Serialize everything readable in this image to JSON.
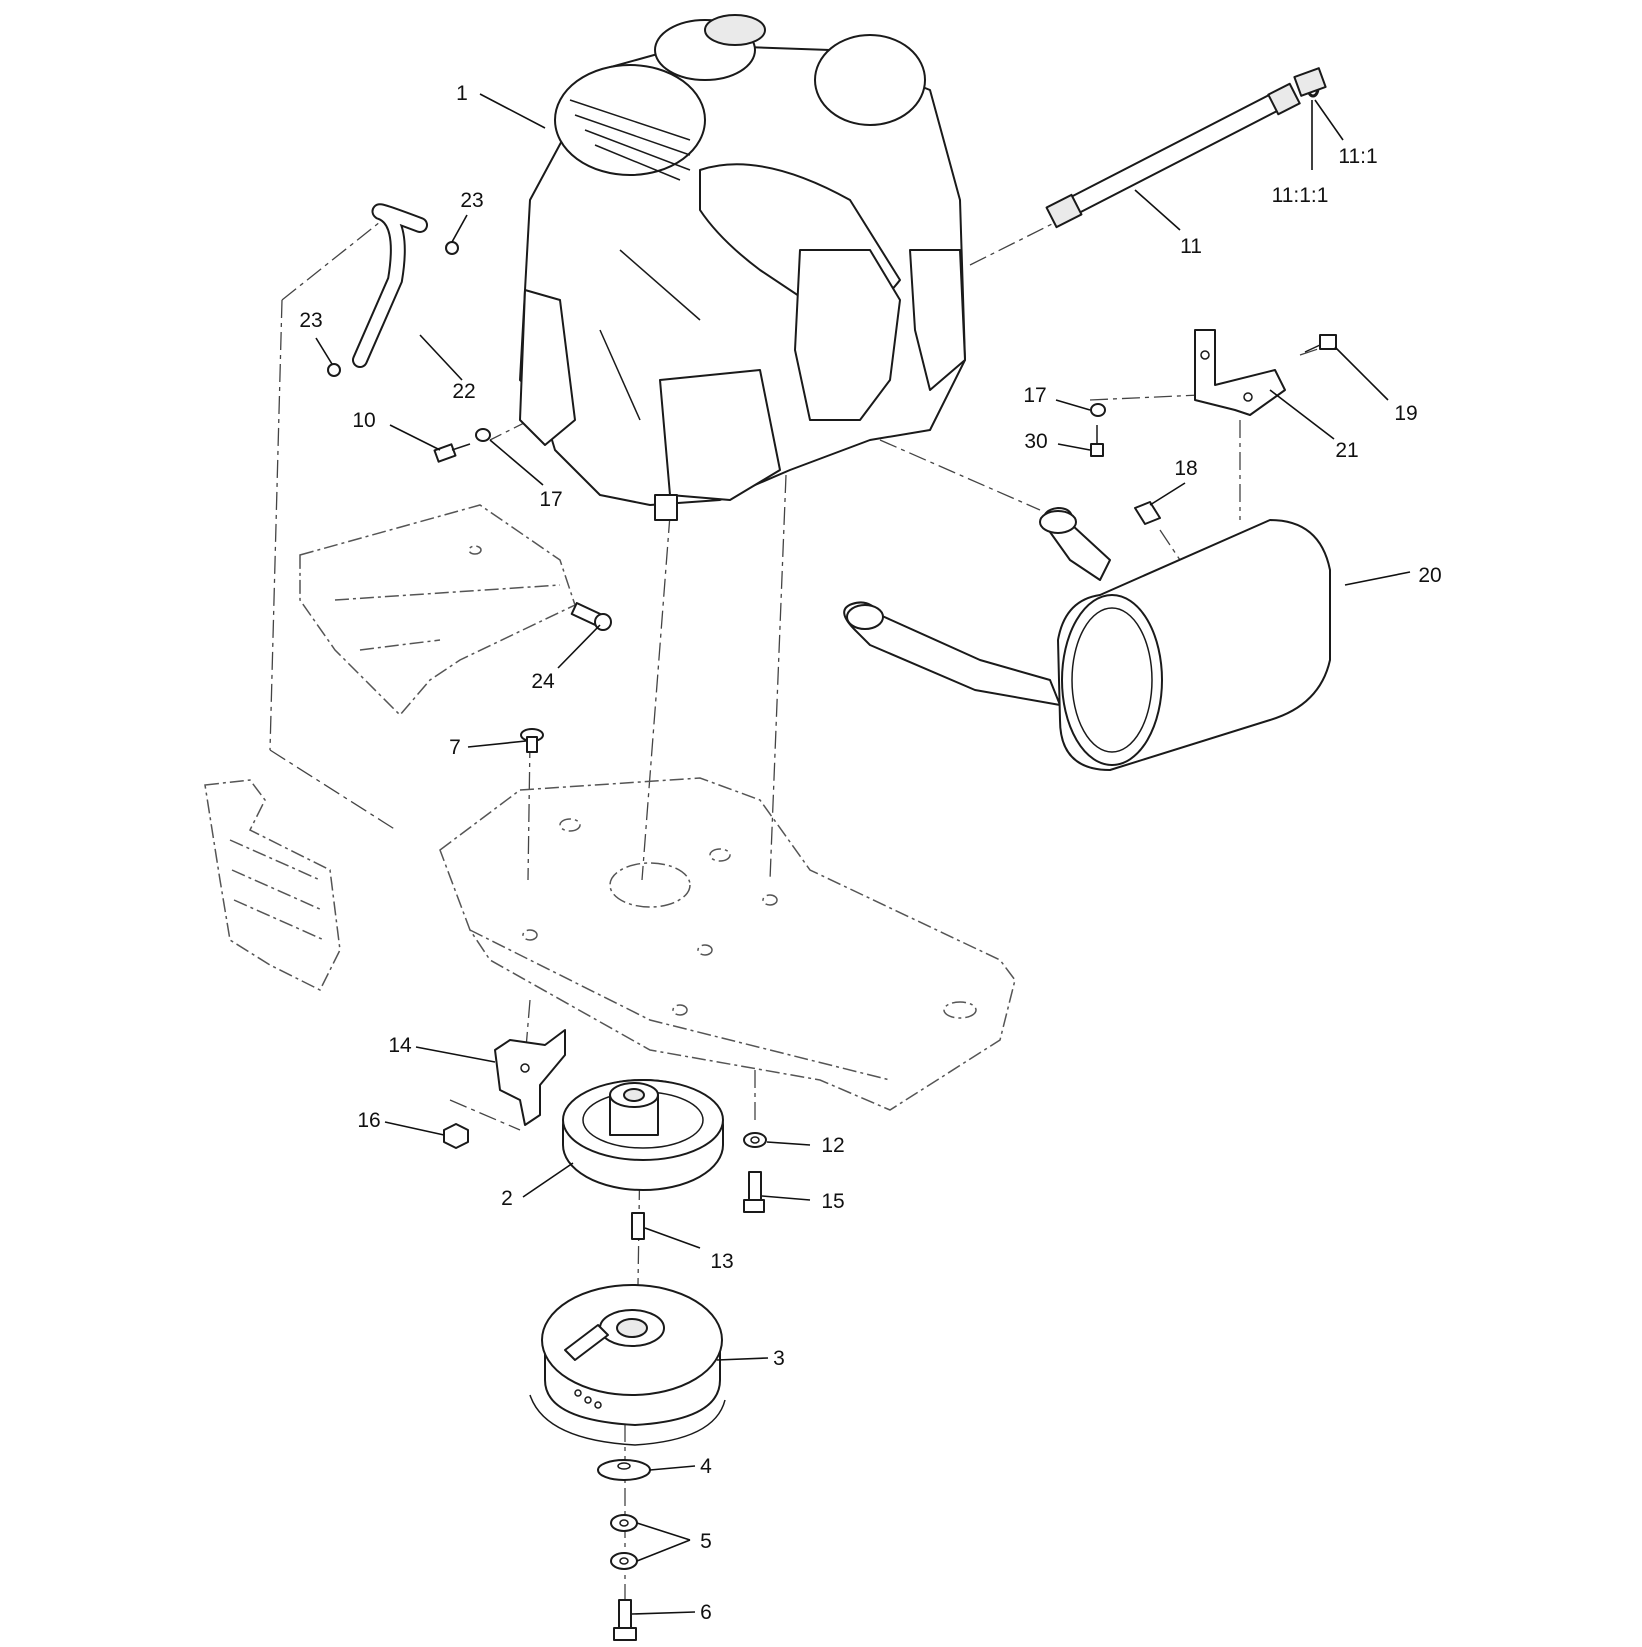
{
  "callouts": {
    "c1": "1",
    "c2": "2",
    "c3": "3",
    "c4": "4",
    "c5": "5",
    "c6": "6",
    "c7": "7",
    "c10": "10",
    "c11": "11",
    "c11_1": "11:1",
    "c11_1_1": "11:1:1",
    "c12": "12",
    "c13": "13",
    "c14": "14",
    "c15": "15",
    "c16": "16",
    "c17a": "17",
    "c17b": "17",
    "c18": "18",
    "c19": "19",
    "c20": "20",
    "c21": "21",
    "c22": "22",
    "c23a": "23",
    "c23b": "23",
    "c24": "24",
    "c30": "30"
  }
}
